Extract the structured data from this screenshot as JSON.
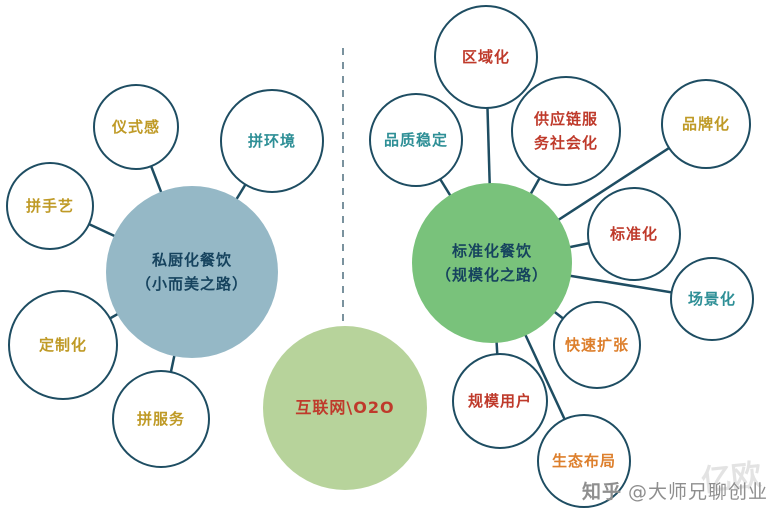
{
  "colors": {
    "gold": "#bf9a26",
    "teal": "#2e8f96",
    "red": "#bf3a2b",
    "orange": "#dd7f2c",
    "navy": "#16435e",
    "left_main_fill": "#95b8c6",
    "right_main_fill": "#79c27b",
    "center_fill": "#b7d39b",
    "line": "#1e4d62",
    "divider": "#7a929e"
  },
  "nodes": {
    "left_main": {
      "label": "私厨化餐饮\n（小而美之路）"
    },
    "right_main": {
      "label": "标准化餐饮\n（规模化之路）"
    },
    "center": {
      "label": "互联网\\O2O"
    },
    "left": [
      {
        "label": "仪式感"
      },
      {
        "label": "拼环境"
      },
      {
        "label": "拼手艺"
      },
      {
        "label": "定制化"
      },
      {
        "label": "拼服务"
      }
    ],
    "right": [
      {
        "label": "区域化"
      },
      {
        "label": "品质稳定"
      },
      {
        "label": "供应链服\n务社会化"
      },
      {
        "label": "品牌化"
      },
      {
        "label": "标准化"
      },
      {
        "label": "场景化"
      },
      {
        "label": "快速扩张"
      },
      {
        "label": "规模用户"
      },
      {
        "label": "生态布局"
      }
    ]
  },
  "watermark": {
    "zhihu": "知乎",
    "author": "@大师兄聊创业",
    "corner": "亿欧"
  }
}
